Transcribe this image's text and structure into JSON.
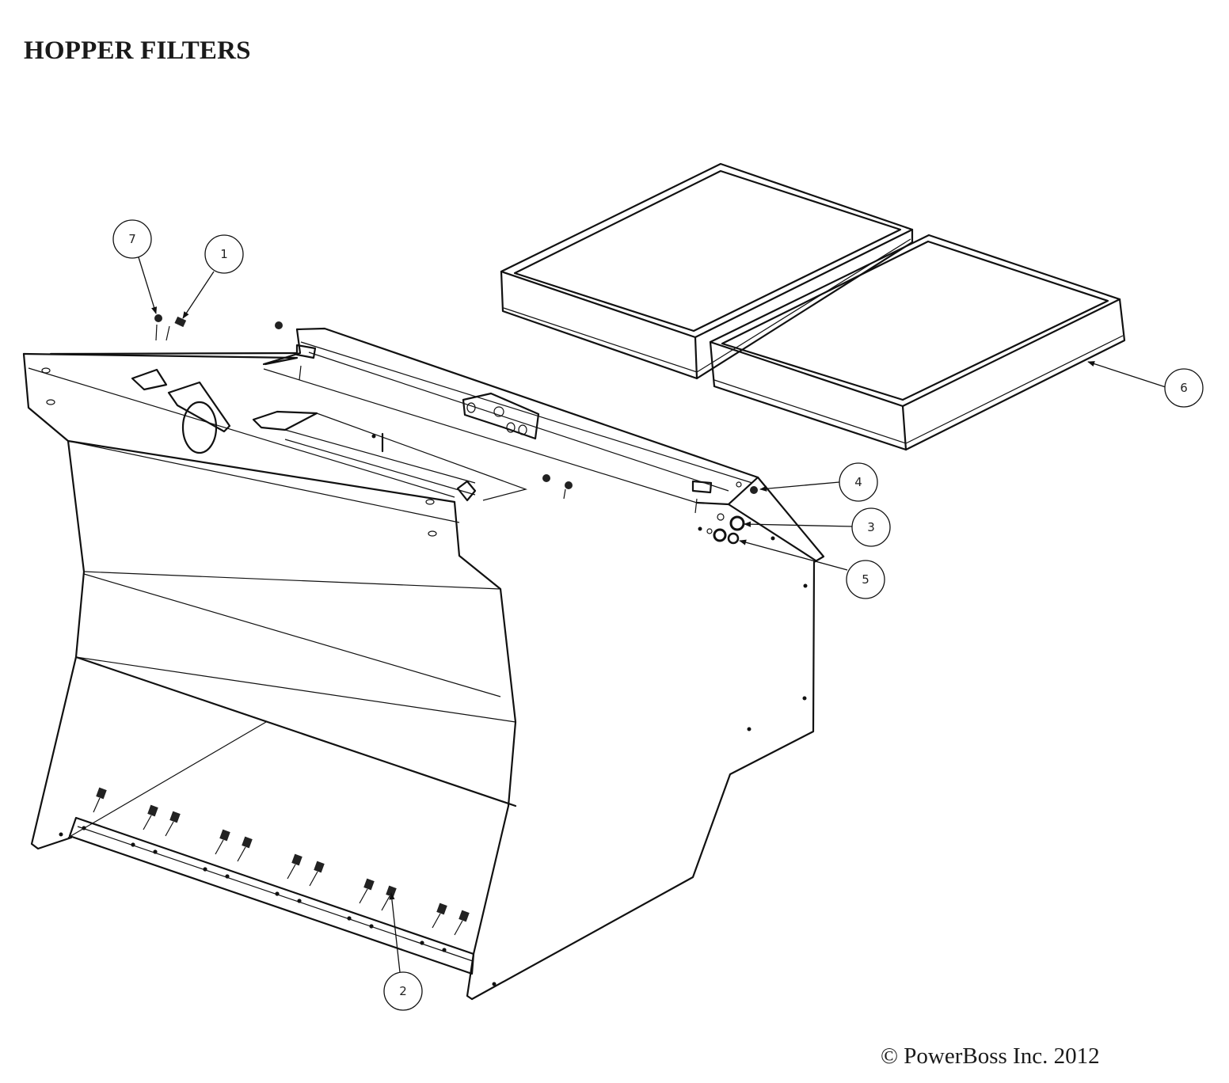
{
  "title": "HOPPER FILTERS",
  "copyright": "© PowerBoss Inc. 2012",
  "callouts": [
    {
      "id": "7",
      "label": "7"
    },
    {
      "id": "1",
      "label": "1"
    },
    {
      "id": "6",
      "label": "6"
    },
    {
      "id": "4",
      "label": "4"
    },
    {
      "id": "3",
      "label": "3"
    },
    {
      "id": "5",
      "label": "5"
    },
    {
      "id": "2",
      "label": "2"
    }
  ]
}
